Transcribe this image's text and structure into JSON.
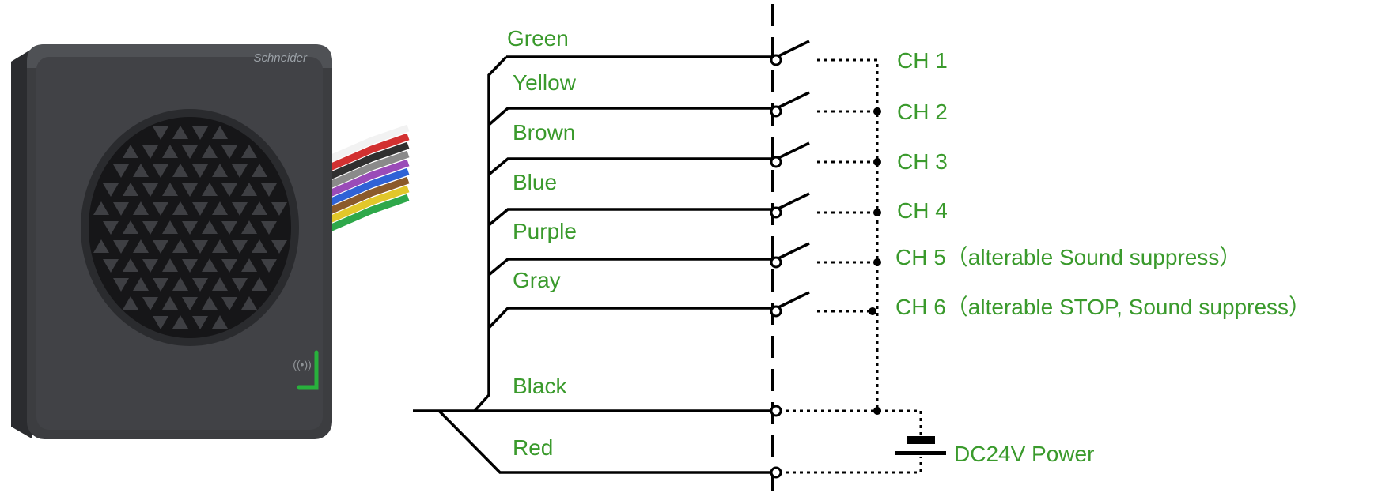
{
  "product": {
    "brand": "Schneider",
    "led_symbol": "((•))"
  },
  "wires": [
    {
      "id": "green",
      "label": "Green"
    },
    {
      "id": "yellow",
      "label": "Yellow"
    },
    {
      "id": "brown",
      "label": "Brown"
    },
    {
      "id": "blue",
      "label": "Blue"
    },
    {
      "id": "purple",
      "label": "Purple"
    },
    {
      "id": "gray",
      "label": "Gray"
    },
    {
      "id": "black",
      "label": "Black"
    },
    {
      "id": "red",
      "label": "Red"
    }
  ],
  "channels": [
    {
      "id": "ch1",
      "label": "CH 1"
    },
    {
      "id": "ch2",
      "label": "CH 2"
    },
    {
      "id": "ch3",
      "label": "CH 3"
    },
    {
      "id": "ch4",
      "label": "CH 4"
    },
    {
      "id": "ch5",
      "label": "CH 5（alterable  Sound suppress）"
    },
    {
      "id": "ch6",
      "label": "CH 6（alterable STOP,  Sound suppress）"
    }
  ],
  "power": {
    "label": "DC24V  Power"
  },
  "colors": {
    "label_text": "#3a9a2c",
    "line": "#000000",
    "housing": "#3c3d40",
    "housing_light": "#55575b",
    "grille": "#1c1c1e",
    "led_green": "#28b13c",
    "cable_colors": [
      "#f2f2f2",
      "#d23030",
      "#303030",
      "#8a8a8a",
      "#9a4bb8",
      "#2f62d6",
      "#8b5a2b",
      "#e2c72a",
      "#2ea84a"
    ]
  }
}
